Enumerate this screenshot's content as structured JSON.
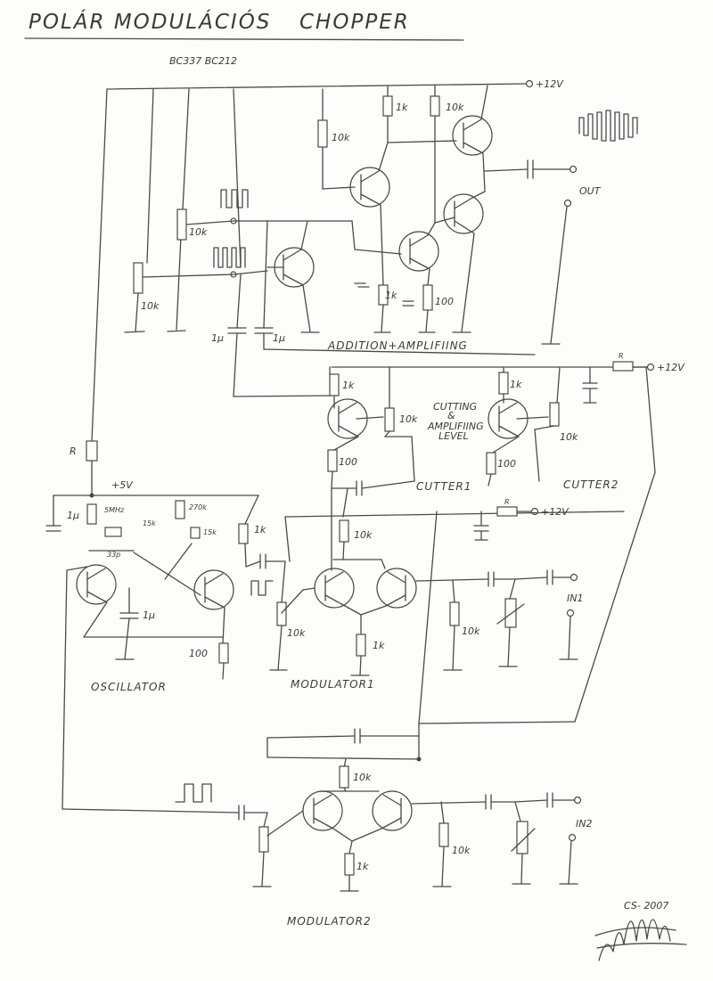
{
  "title_left": "POLÁR MODULÁCIÓS",
  "title_right": "CHOPPER",
  "transistors": "BC337  BC212",
  "supply_12v": "+12V",
  "supply_5v": "+5V",
  "out_label": "OUT",
  "in1_label": "IN1",
  "in2_label": "IN2",
  "block_labels": {
    "addition": "ADDITION+AMPLIFIING",
    "cutter1": "CUTTER1",
    "cutter2": "CUTTER2",
    "cutting_level": [
      "CUTTING",
      "&",
      "AMPLIFIING",
      "LEVEL"
    ],
    "oscillator": "OSCILLATOR",
    "modulator1": "MODULATOR1",
    "modulator2": "MODULATOR2"
  },
  "components": {
    "r_1k": "1k",
    "r_10k": "10k",
    "r_100": "100",
    "r_R": "R",
    "c_1u": "1µ",
    "c_5m": "5MHz",
    "r_15k": "15k",
    "r_270k": "270k",
    "c_33p": "33p"
  },
  "stamp": "CS- 2007"
}
